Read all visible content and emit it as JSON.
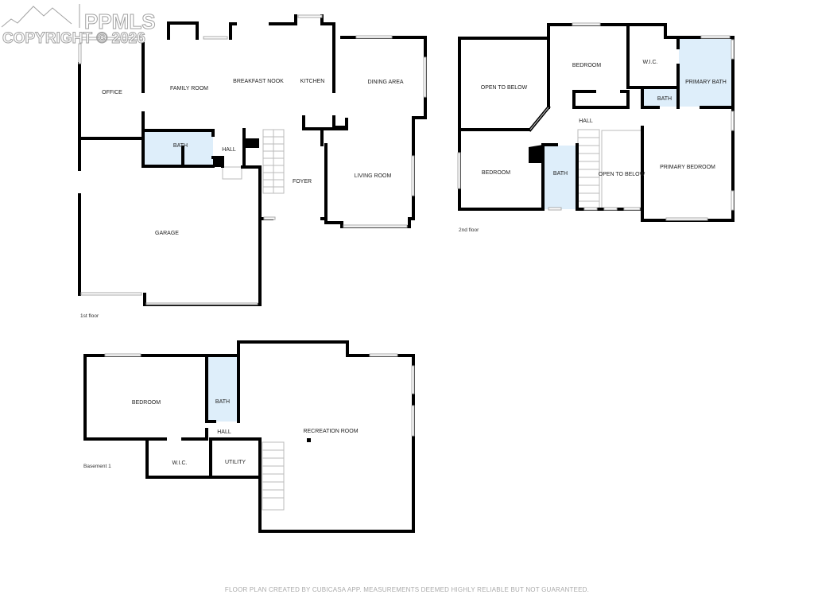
{
  "watermark": {
    "brand": "PPMLS",
    "copyright": "COPYRIGHT © 2026"
  },
  "colors": {
    "wet_room_fill": "#deeefa",
    "wall": "#000000"
  },
  "floors": {
    "first": {
      "label": "1st floor",
      "rooms": {
        "office": "OFFICE",
        "family_room": "FAMILY ROOM",
        "breakfast_nook": "BREAKFAST NOOK",
        "kitchen": "KITCHEN",
        "dining_area": "DINING AREA",
        "bath": "BATH",
        "hall": "HALL",
        "foyer": "FOYER",
        "living_room": "LIVING ROOM",
        "garage": "GARAGE"
      }
    },
    "second": {
      "label": "2nd floor",
      "rooms": {
        "open_to_below_1": "OPEN TO BELOW",
        "bedroom_1": "BEDROOM",
        "wic": "W.I.C.",
        "primary_bath": "PRIMARY BATH",
        "bath_small": "BATH",
        "hall": "HALL",
        "bedroom_2": "BEDROOM",
        "bath": "BATH",
        "open_to_below_2": "OPEN TO BELOW",
        "primary_bedroom": "PRIMARY BEDROOM"
      }
    },
    "basement": {
      "label": "Basement 1",
      "rooms": {
        "bedroom": "BEDROOM",
        "bath": "BATH",
        "hall": "HALL",
        "recreation_room": "RECREATION ROOM",
        "wic": "W.I.C.",
        "utility": "UTILITY"
      }
    }
  },
  "footer": "FLOOR PLAN CREATED BY CUBICASA APP. MEASUREMENTS DEEMED HIGHLY RELIABLE BUT NOT GUARANTEED."
}
